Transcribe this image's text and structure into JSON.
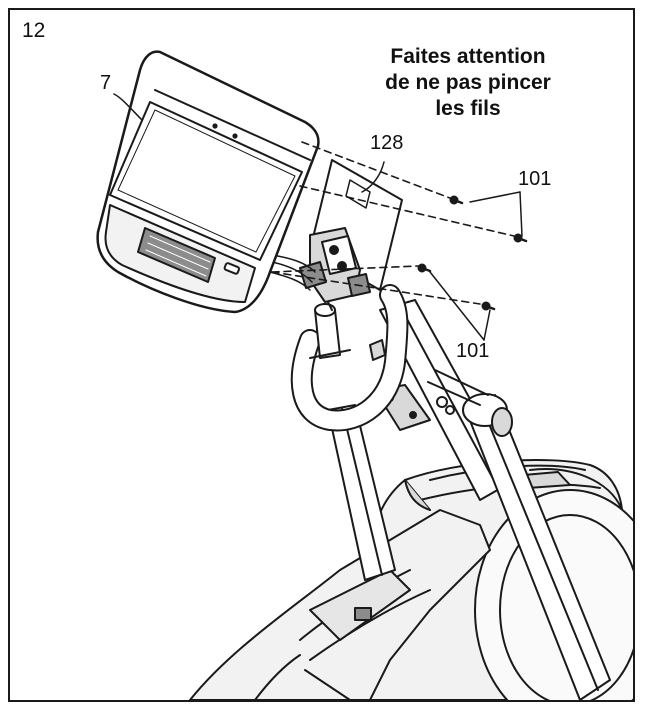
{
  "step_number": "12",
  "warning": {
    "line1": "Faites attention",
    "line2": "de ne pas pincer",
    "line3": "les fils"
  },
  "callouts": {
    "console": "7",
    "bracket": "128",
    "screws_top": "101",
    "screws_bottom": "101"
  },
  "colors": {
    "line": "#1a1a1a",
    "fill_light": "#f2f2f2",
    "fill_mid": "#d9d9d9",
    "fill_dark": "#8c8c8c"
  }
}
